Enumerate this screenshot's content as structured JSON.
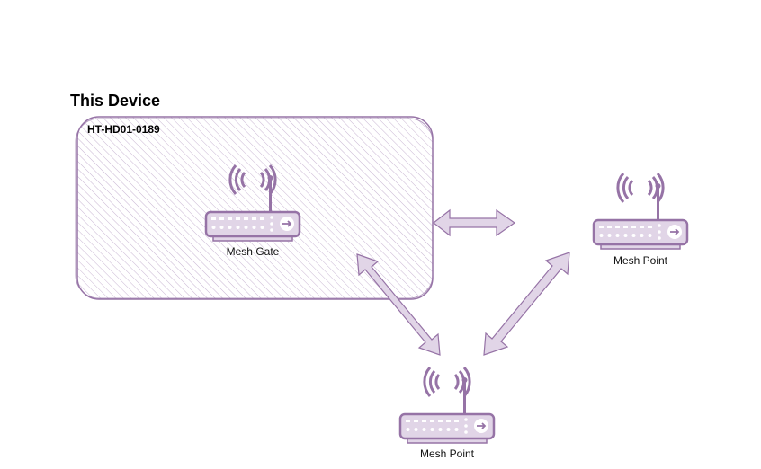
{
  "diagram": {
    "title": "This Device",
    "group": {
      "label": "HT-HD01-0189"
    },
    "nodes": [
      {
        "id": "gate",
        "label": "Mesh Gate",
        "icon": "wifi-router-icon"
      },
      {
        "id": "point1",
        "label": "Mesh Point",
        "icon": "wifi-router-icon"
      },
      {
        "id": "point2",
        "label": "Mesh Point",
        "icon": "wifi-router-icon"
      }
    ],
    "links": [
      {
        "from": "gate",
        "to": "point1",
        "type": "bidirectional"
      },
      {
        "from": "gate",
        "to": "point2",
        "type": "bidirectional"
      },
      {
        "from": "point1",
        "to": "point2",
        "type": "bidirectional"
      }
    ],
    "colors": {
      "stroke": "#9673a6",
      "fill": "#e1d5e7",
      "text": "#000000"
    }
  }
}
